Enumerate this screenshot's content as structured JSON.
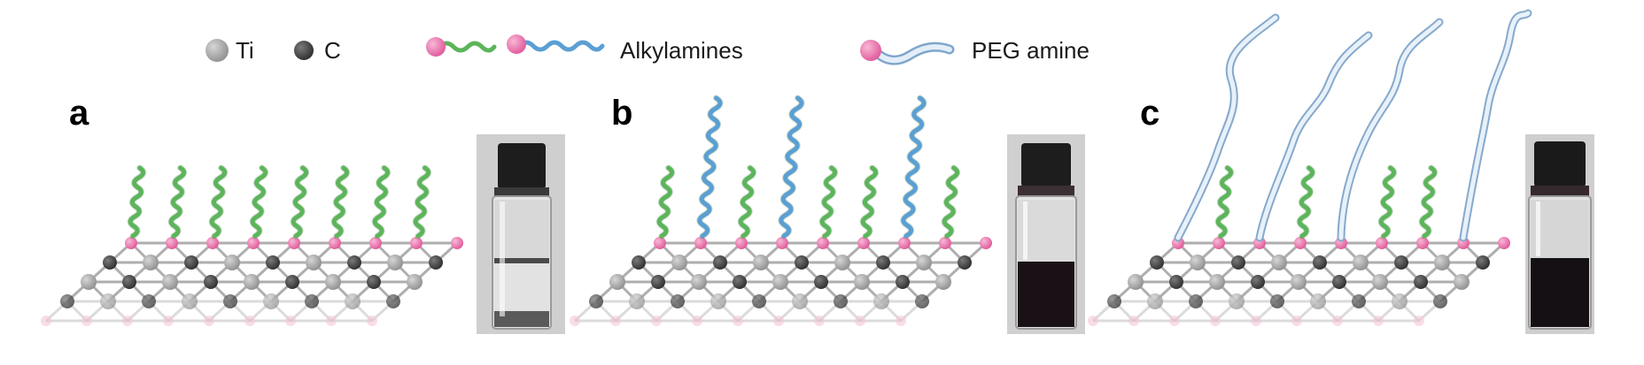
{
  "legend": {
    "ti_label": "Ti",
    "c_label": "C",
    "alkylamines_label": "Alkylamines",
    "peg_label": "PEG amine"
  },
  "panels": [
    {
      "label": "a",
      "vial_state": "phase-separated"
    },
    {
      "label": "b",
      "vial_state": "dispersed-bottom"
    },
    {
      "label": "c",
      "vial_state": "dispersed-bottom"
    }
  ],
  "colors": {
    "ti": "#a9a9a9",
    "c": "#4a4a4a",
    "amine_head": "#e96aa5",
    "short_alkyl": "#5cb55a",
    "long_alkyl": "#5a9fd4",
    "peg": "#a9c8e8"
  }
}
